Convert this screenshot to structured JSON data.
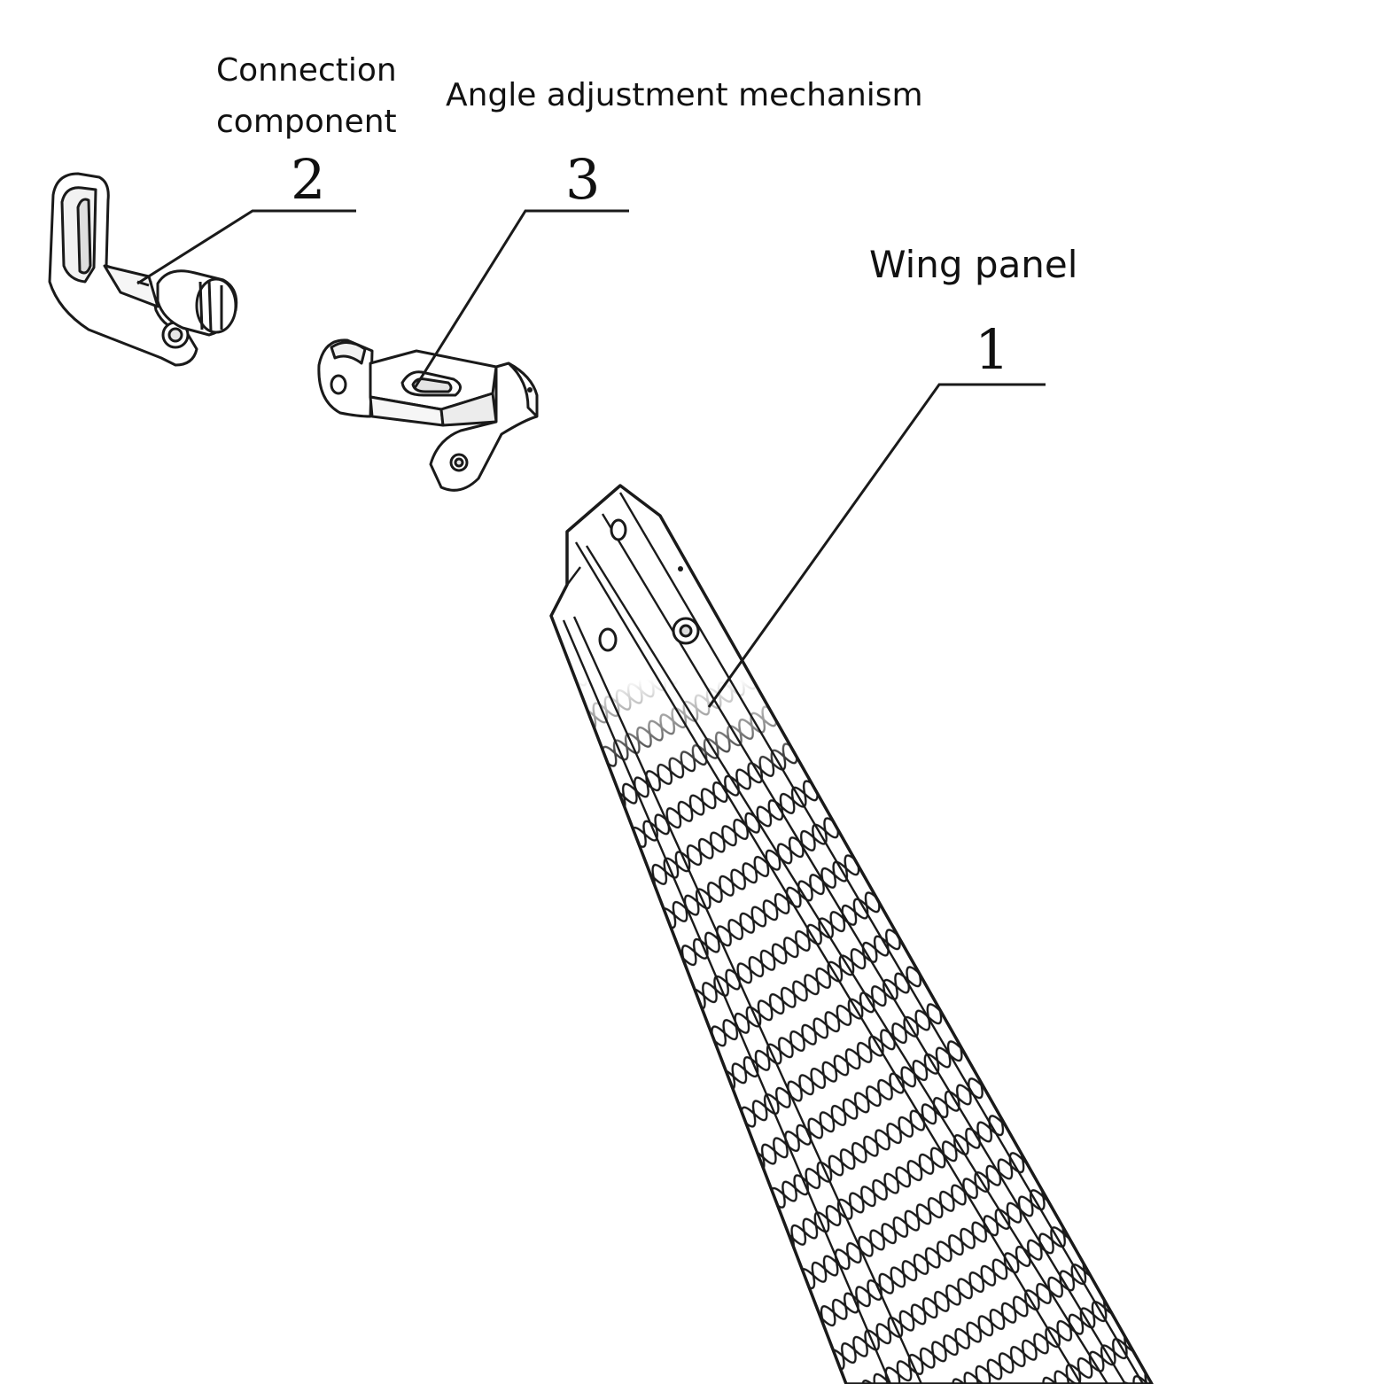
{
  "figure": {
    "labels": {
      "connection_line1": "Connection",
      "connection_line2": "component",
      "angle": "Angle adjustment mechanism",
      "wing": "Wing panel"
    },
    "numbers": {
      "connection": "2",
      "angle": "3",
      "wing": "1"
    },
    "colors": {
      "background": "#ffffff",
      "ink": "#1a1a1a",
      "part_fill": "#ffffff",
      "shade": "#dcdcdc"
    }
  }
}
